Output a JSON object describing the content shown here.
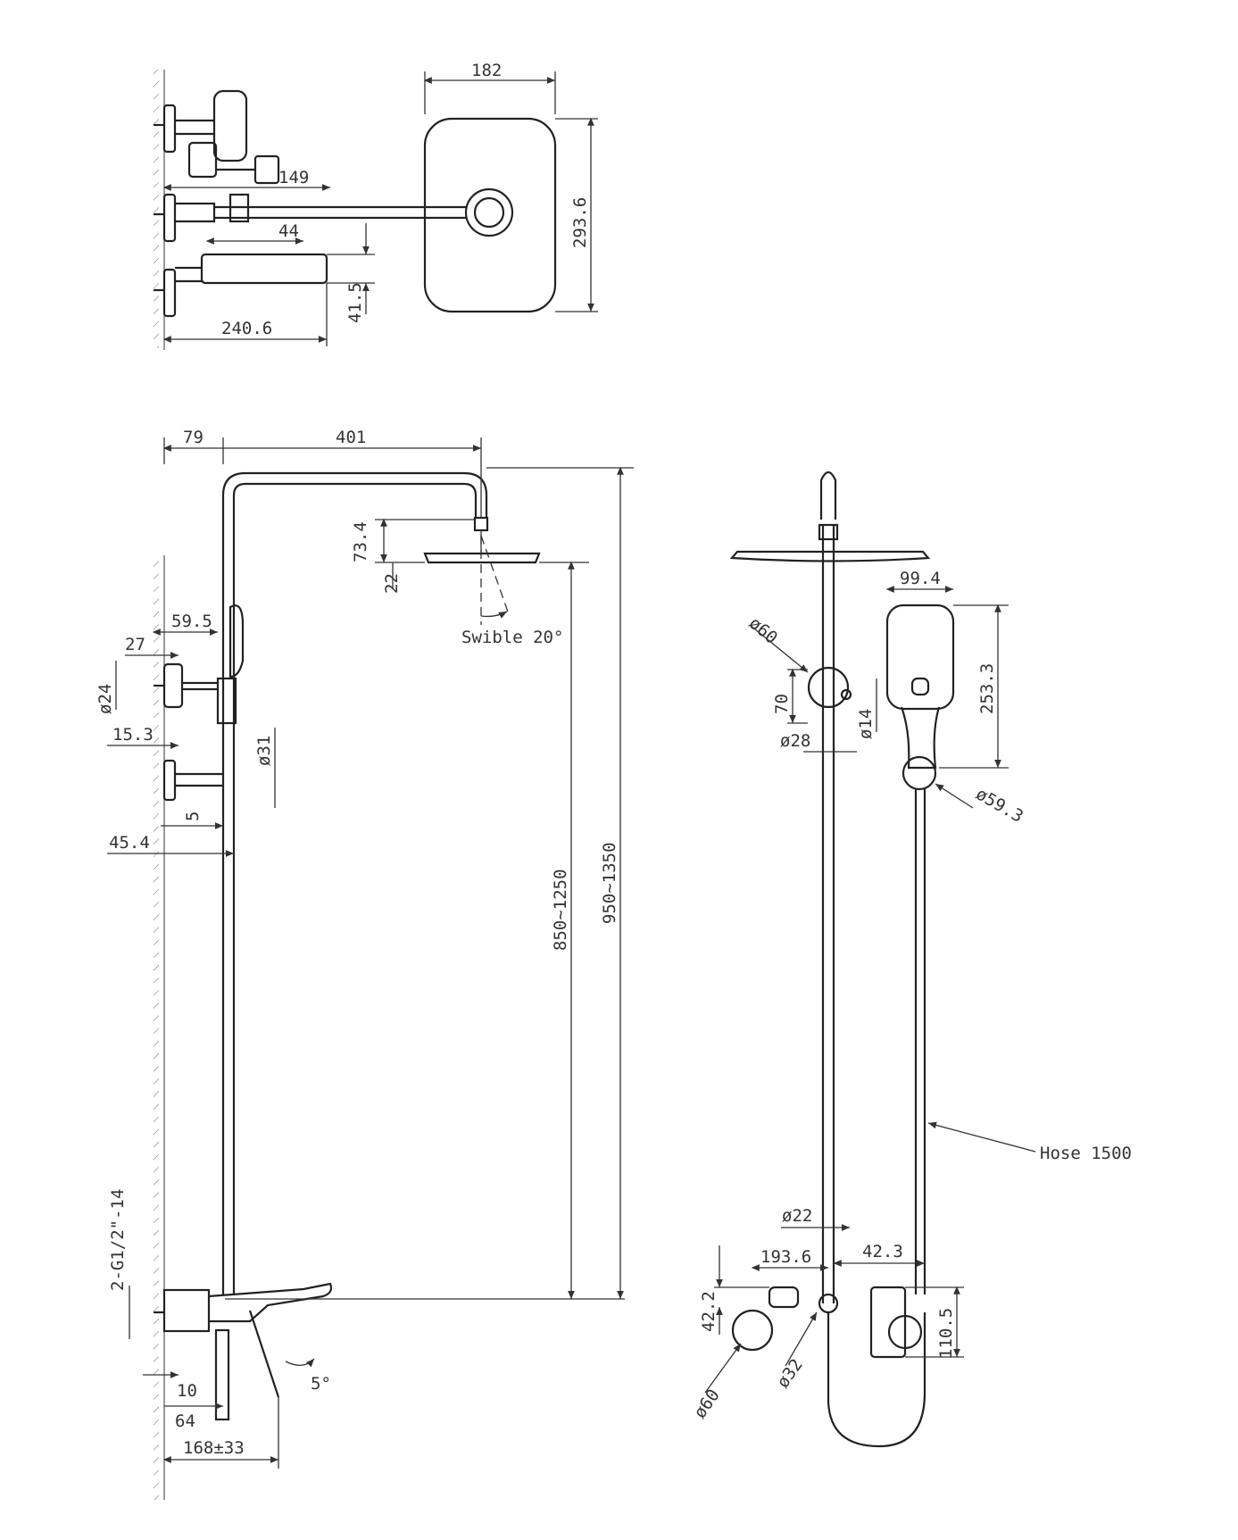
{
  "top_view": {
    "width_182": "182",
    "height_293_6": "293.6",
    "arm_149": "149",
    "offset_44": "44",
    "spout_41_5": "41.5",
    "depth_240_6": "240.6"
  },
  "side_view": {
    "d79": "79",
    "d401": "401",
    "d73_4": "73.4",
    "d22": "22",
    "swivel": "Swible 20°",
    "d59_5": "59.5",
    "d27": "27",
    "dia24": "ø24",
    "d15_3": "15.3",
    "dia31": "ø31",
    "d5": "5",
    "d45_4": "45.4",
    "range_850_1250": "850~1250",
    "range_950_1350": "950~1350",
    "thread": "2-G1/2\"-14",
    "d10": "10",
    "d64": "64",
    "d168_33": "168±33",
    "angle5": "5°"
  },
  "front_view": {
    "d99_4": "99.4",
    "dia60_top": "ø60",
    "d253_3": "253.3",
    "d70": "70",
    "dia14": "ø14",
    "dia28": "ø28",
    "dia59_3": "ø59.3",
    "hose": "Hose 1500",
    "dia22": "ø22",
    "d42_3": "42.3",
    "d193_6": "193.6",
    "d42_2": "42.2",
    "d110_5": "110.5",
    "dia32": "ø32",
    "dia60_bottom": "ø60"
  }
}
